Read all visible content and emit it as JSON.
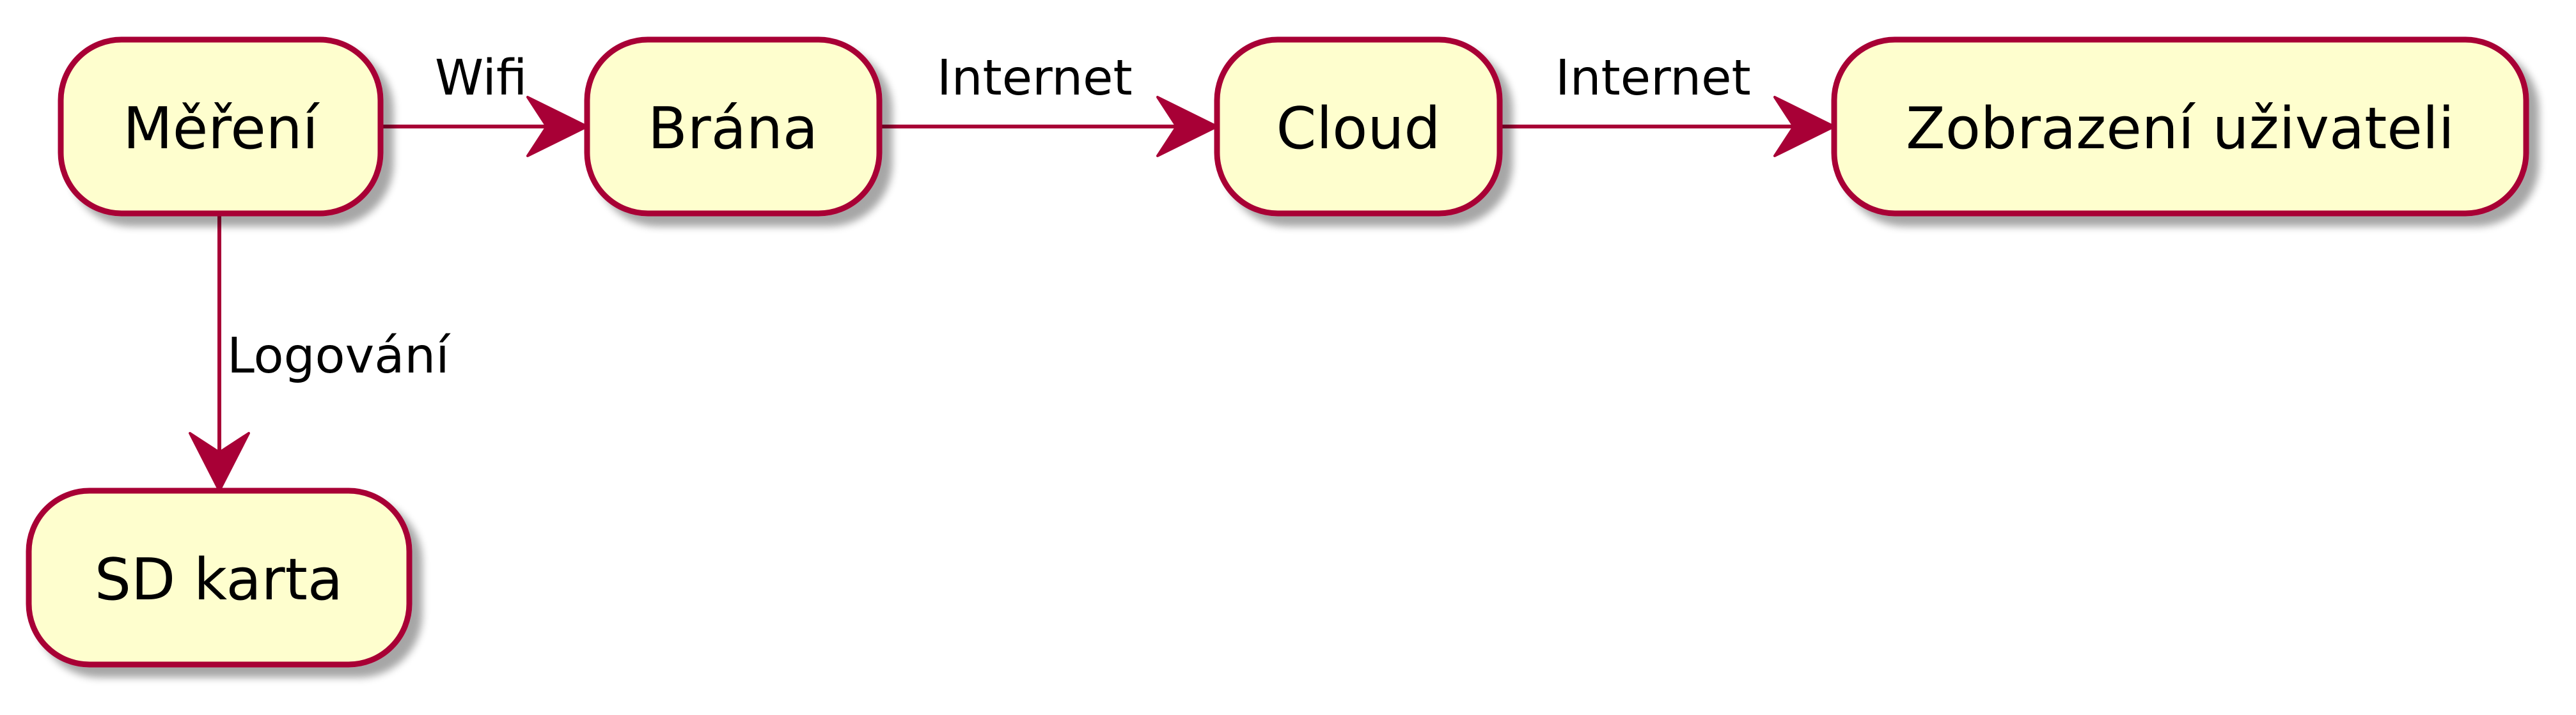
{
  "colors": {
    "node_fill": "#FEFECE",
    "node_stroke": "#A80036",
    "edge": "#A80036",
    "text": "#000000",
    "shadow": "#C8C8C8"
  },
  "nodes": {
    "mereni": "Měření",
    "brana": "Brána",
    "cloud": "Cloud",
    "zobrazeni": "Zobrazení uživateli",
    "sd_karta": "SD karta"
  },
  "edges": {
    "wifi": "Wifi",
    "internet_1": "Internet",
    "internet_2": "Internet",
    "logovani": "Logování"
  }
}
